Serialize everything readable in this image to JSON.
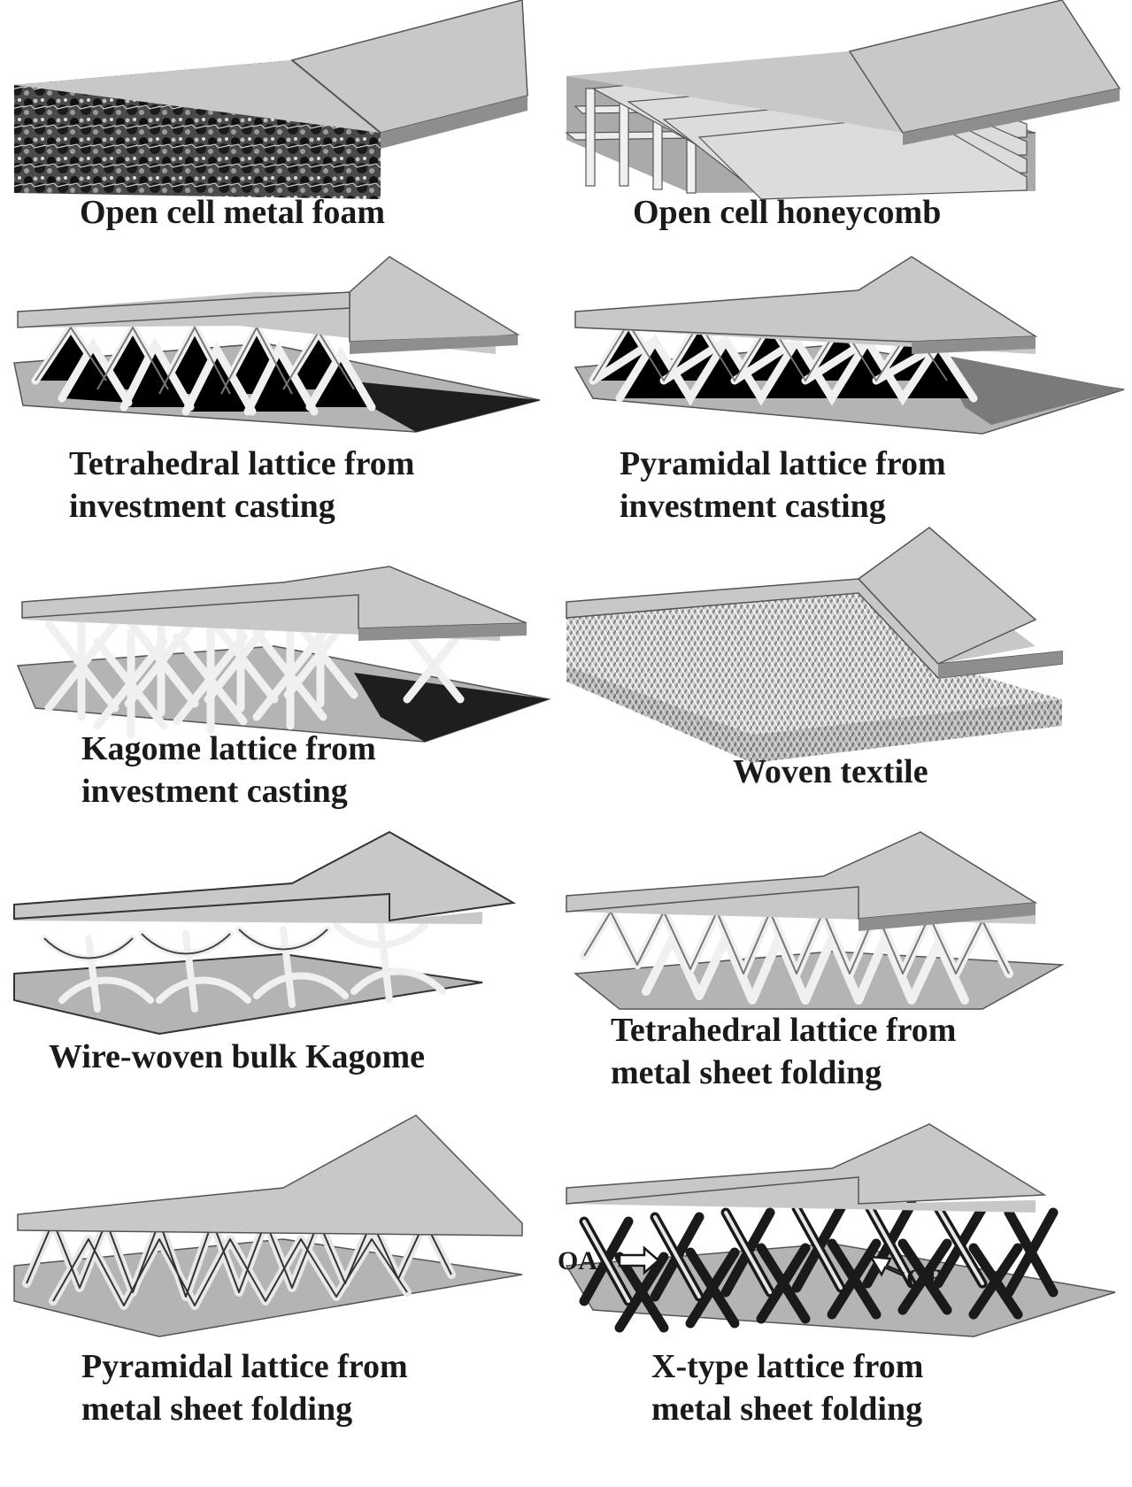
{
  "panels": {
    "foam": {
      "caption": [
        "Open cell metal foam"
      ]
    },
    "honeycomb": {
      "caption": [
        "Open cell honeycomb"
      ]
    },
    "tetra_cast": {
      "caption": [
        "Tetrahedral lattice from",
        "investment casting"
      ]
    },
    "pyramid_cast": {
      "caption": [
        "Pyramidal lattice from",
        "investment casting"
      ]
    },
    "kagome_cast": {
      "caption": [
        "Kagome lattice from",
        "investment casting"
      ]
    },
    "woven": {
      "caption": [
        "Woven textile"
      ]
    },
    "wire_kagome": {
      "caption": [
        "Wire-woven bulk Kagome"
      ]
    },
    "tetra_fold": {
      "caption": [
        "Tetrahedral lattice from",
        "metal sheet folding"
      ]
    },
    "pyramid_fold": {
      "caption": [
        "Pyramidal lattice from",
        "metal sheet folding"
      ]
    },
    "xtype_fold": {
      "caption": [
        "X-type lattice from",
        "metal sheet folding"
      ],
      "callouts": [
        "OA",
        "OB"
      ]
    }
  },
  "colors": {
    "face_sheet": "#c8c8c8",
    "face_edge": "#555555",
    "strut": "#e6e6e6",
    "shadow": "#1e1e1e",
    "text": "#1a1a1a"
  }
}
